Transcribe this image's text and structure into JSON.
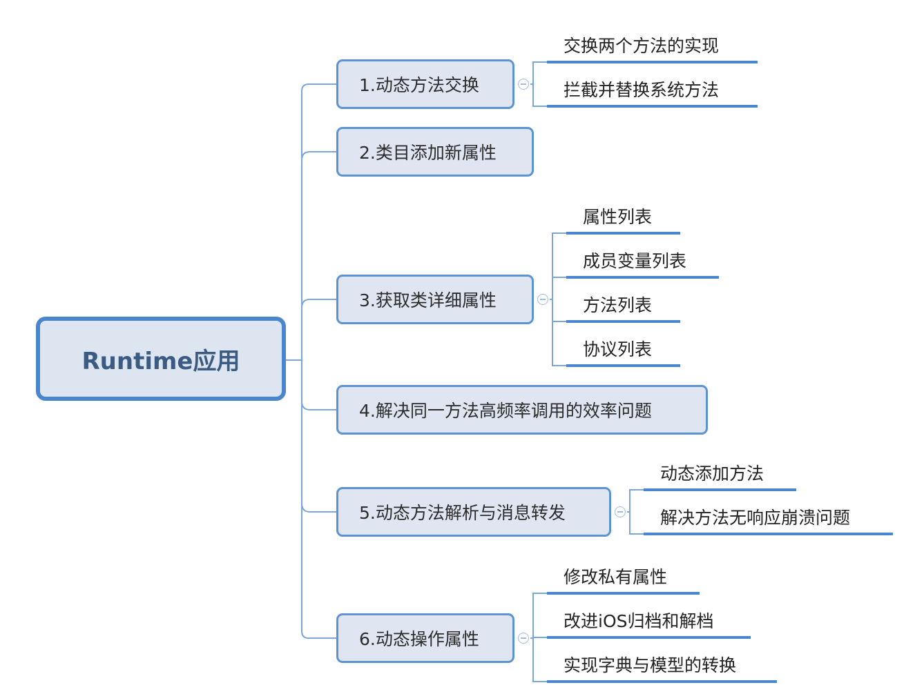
{
  "root": {
    "label": "Runtime应用"
  },
  "branches": [
    {
      "label": "1.动态方法交换",
      "children": [
        "交换两个方法的实现",
        "拦截并替换系统方法"
      ]
    },
    {
      "label": "2.类目添加新属性",
      "children": []
    },
    {
      "label": "3.获取类详细属性",
      "children": [
        "属性列表",
        "成员变量列表",
        "方法列表",
        "协议列表"
      ]
    },
    {
      "label": "4.解决同一方法高频率调用的效率问题",
      "children": []
    },
    {
      "label": "5.动态方法解析与消息转发",
      "children": [
        "动态添加方法",
        "解决方法无响应崩溃问题"
      ]
    },
    {
      "label": "6.动态操作属性",
      "children": [
        "修改私有属性",
        "改进iOS归档和解档",
        "实现字典与模型的转换"
      ]
    }
  ],
  "colors": {
    "line": "#4a86cf",
    "node_fill": "#dfe6f1",
    "root_border": "#4a86cf"
  }
}
